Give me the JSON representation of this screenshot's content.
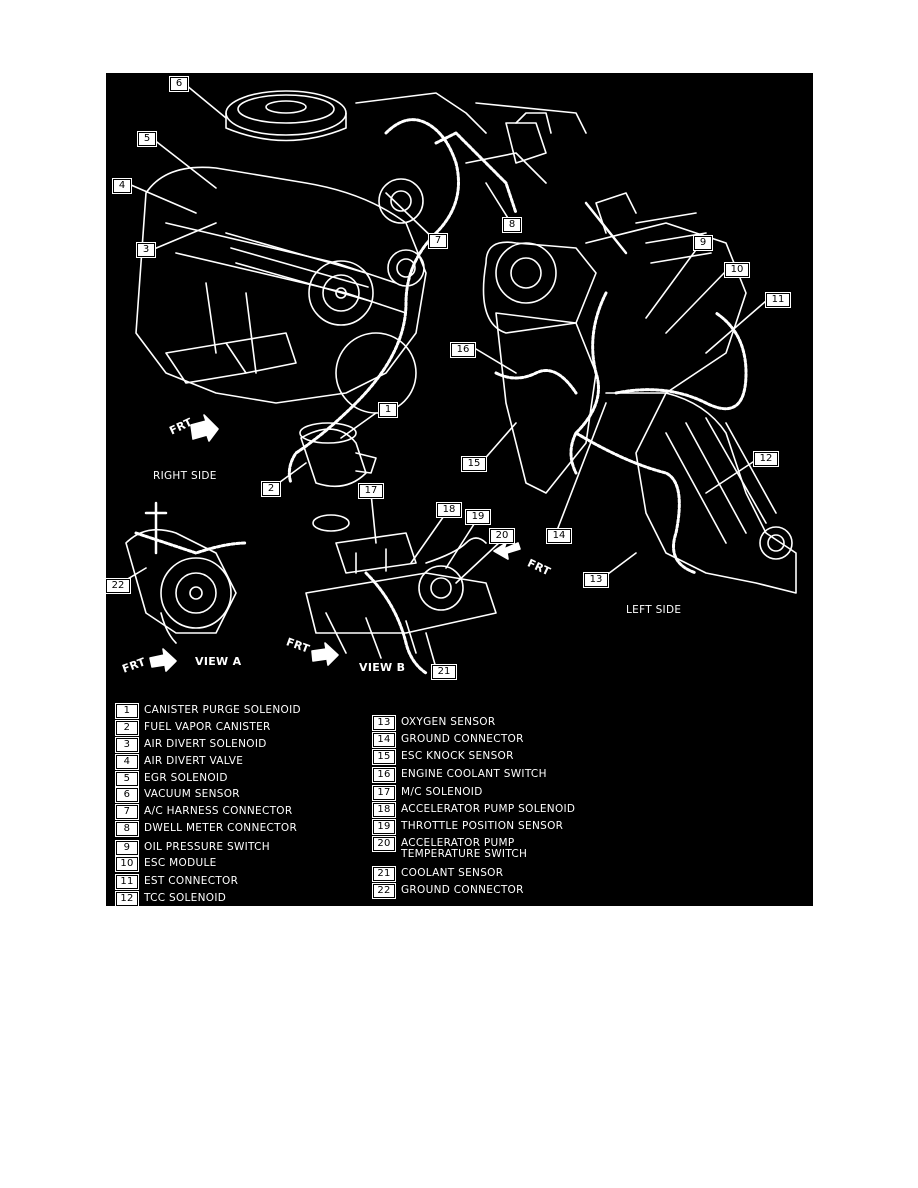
{
  "views": {
    "right_side": "RIGHT SIDE",
    "left_side": "LEFT SIDE",
    "view_a": "VIEW A",
    "view_b": "VIEW B",
    "frt": "FRT"
  },
  "callouts": [
    "1",
    "2",
    "3",
    "4",
    "5",
    "6",
    "7",
    "8",
    "9",
    "10",
    "11",
    "12",
    "13",
    "14",
    "15",
    "16",
    "17",
    "18",
    "19",
    "20",
    "21",
    "22"
  ],
  "legend_left": [
    {
      "num": "1",
      "text": "CANISTER PURGE SOLENOID"
    },
    {
      "num": "2",
      "text": "FUEL VAPOR CANISTER"
    },
    {
      "num": "3",
      "text": "AIR DIVERT SOLENOID"
    },
    {
      "num": "4",
      "text": "AIR DIVERT VALVE"
    },
    {
      "num": "5",
      "text": "EGR SOLENOID"
    },
    {
      "num": "6",
      "text": "VACUUM SENSOR"
    },
    {
      "num": "7",
      "text": "A/C HARNESS CONNECTOR"
    },
    {
      "num": "8",
      "text": "DWELL METER CONNECTOR"
    },
    {
      "num": "9",
      "text": "OIL PRESSURE SWITCH"
    },
    {
      "num": "10",
      "text": "ESC MODULE"
    },
    {
      "num": "11",
      "text": "EST CONNECTOR"
    },
    {
      "num": "12",
      "text": "TCC SOLENOID"
    }
  ],
  "legend_right": [
    {
      "num": "13",
      "text": "OXYGEN SENSOR"
    },
    {
      "num": "14",
      "text": "GROUND CONNECTOR"
    },
    {
      "num": "15",
      "text": "ESC KNOCK SENSOR"
    },
    {
      "num": "16",
      "text": "ENGINE COOLANT SWITCH"
    },
    {
      "num": "17",
      "text": "M/C SOLENOID"
    },
    {
      "num": "18",
      "text": "ACCELERATOR PUMP SOLENOID"
    },
    {
      "num": "19",
      "text": "THROTTLE POSITION SENSOR"
    },
    {
      "num": "20",
      "text": "ACCELERATOR PUMP",
      "text2": "TEMPERATURE SWITCH"
    },
    {
      "num": "21",
      "text": "COOLANT SENSOR"
    },
    {
      "num": "22",
      "text": "GROUND CONNECTOR"
    }
  ],
  "colors": {
    "background": "#000000",
    "line": "#ffffff",
    "page": "#ffffff"
  }
}
